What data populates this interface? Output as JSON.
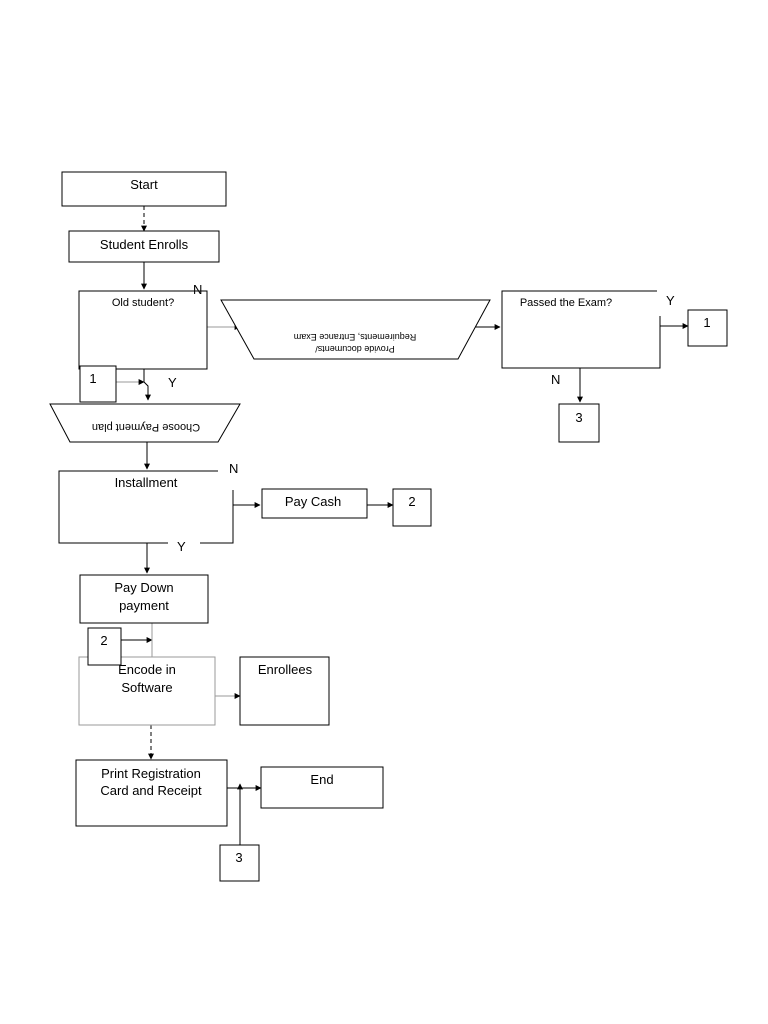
{
  "nodes": {
    "start": "Start",
    "student_enrolls": "Student Enrolls",
    "old_student": "Old student?",
    "provide_docs_line1": "Provide documents/",
    "provide_docs_line2": "Requirements, Entrance Exam",
    "passed_exam": "Passed the Exam?",
    "choose_payment": "Choose Payment plan",
    "installment": "Installment",
    "pay_cash": "Pay Cash",
    "pay_down_line1": "Pay Down",
    "pay_down_line2": "payment",
    "encode_line1": "Encode in",
    "encode_line2": "Software",
    "enrollees": "Enrollees",
    "print_line1": "Print Registration",
    "print_line2": "Card and Receipt",
    "end": "End"
  },
  "connectors": {
    "passed_yes_target": "1",
    "passed_no_target": "3",
    "old_student_yes_source": "1",
    "pay_cash_target": "2",
    "encode_source": "2",
    "end_source": "3"
  },
  "branch_labels": {
    "old_student_no": "N",
    "old_student_yes": "Y",
    "passed_yes": "Y",
    "passed_no": "N",
    "installment_no": "N",
    "installment_yes": "Y"
  }
}
